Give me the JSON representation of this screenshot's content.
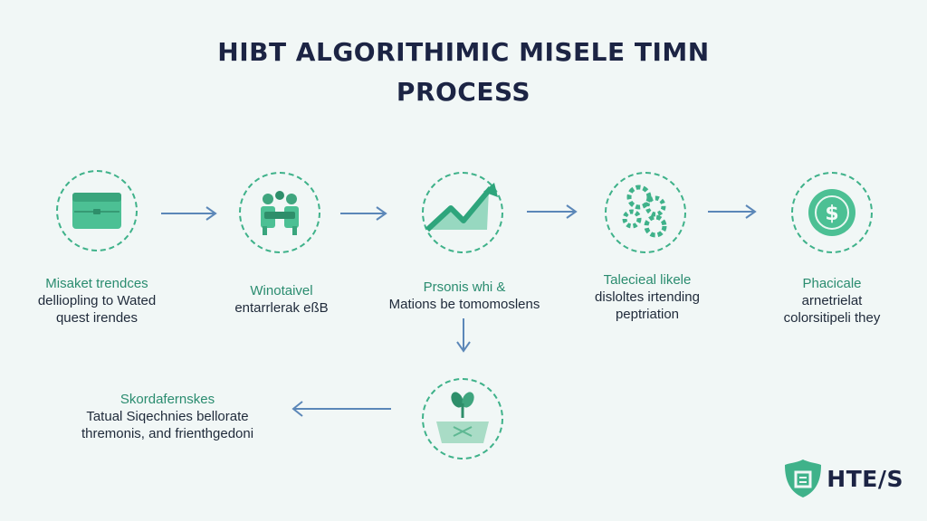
{
  "title": {
    "line1": "HIBT ALGORITHIMIC MISELE TIMN",
    "line2": "PROCESS"
  },
  "steps": [
    {
      "head": "Misaket trendces",
      "body": "delliopling to Wated\nquest irendes",
      "icon": "wallet-icon"
    },
    {
      "head": "Winotaivel",
      "body": "entarrlerak eßB",
      "icon": "people-icon"
    },
    {
      "head": "Prsonis whi &",
      "body": "Mations be tomomoslens",
      "icon": "trend-up-icon"
    },
    {
      "head": "Talecieal likele",
      "body": "disloltes irtending\npeptriation",
      "icon": "gears-icon"
    },
    {
      "head": "Phacicale",
      "body": "arnetrielat\ncolorsitipeli they",
      "icon": "dollar-coin-icon"
    },
    {
      "head": "Skordafernskes",
      "body": "Tatual Siqechnies bellorate\nthremonis, and frienthgedoni",
      "icon": "plant-sprout-icon"
    }
  ],
  "logo": {
    "text": "HTE/S",
    "icon": "leaf-shield-icon"
  },
  "colors": {
    "accent": "#3fb28a",
    "accent_dark": "#2a8c6f",
    "arrow": "#5b87b8",
    "title": "#1c2444",
    "text": "#1f2a3a",
    "background": "#f1f7f6"
  }
}
